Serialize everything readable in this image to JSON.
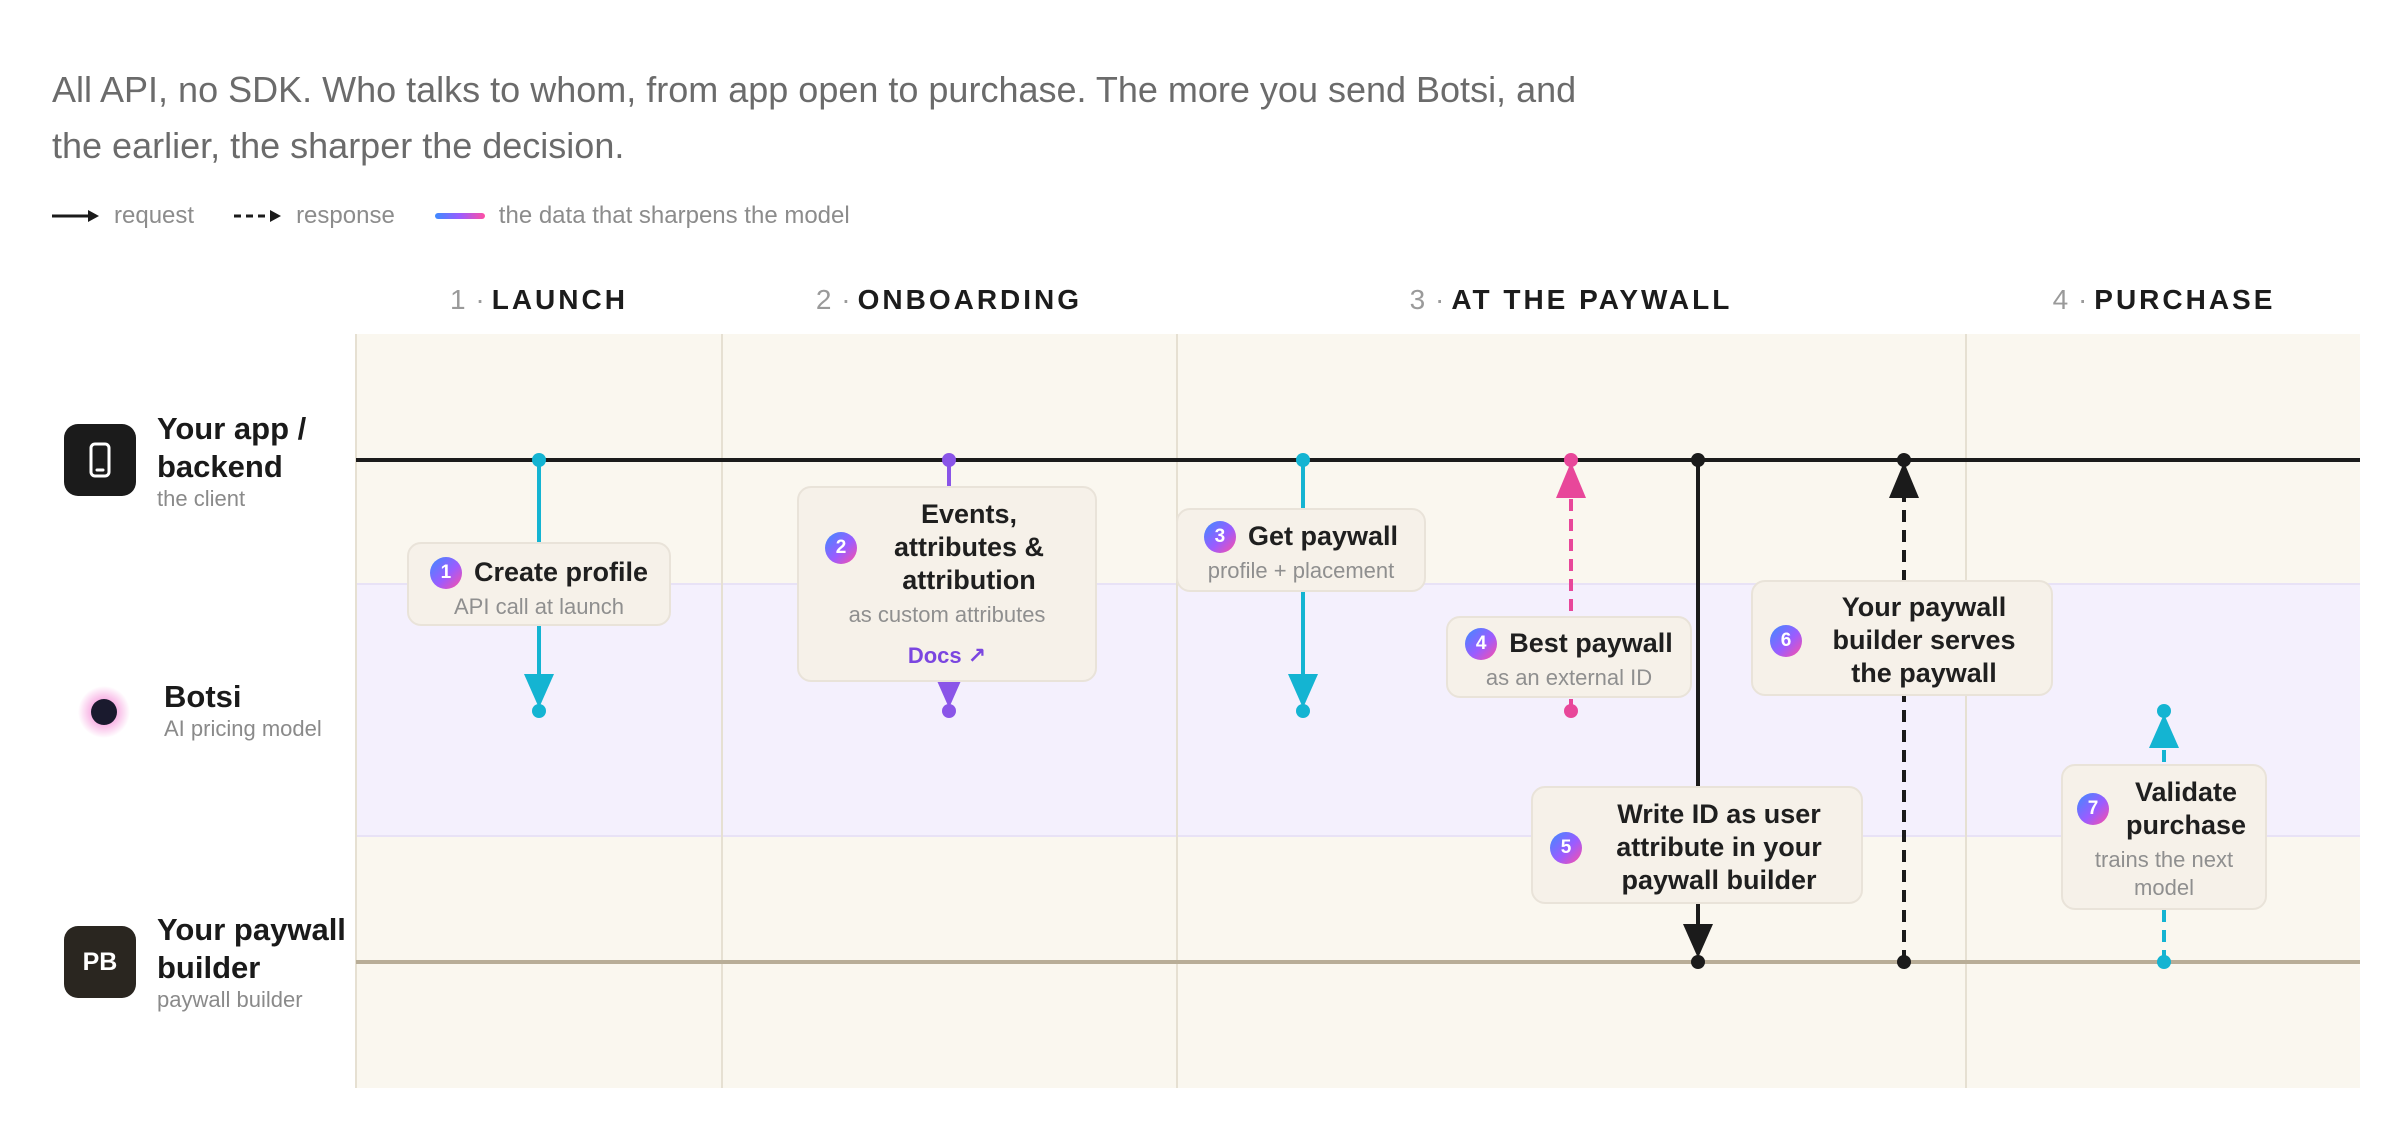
{
  "intro": {
    "line1": "All API, no SDK. Who talks to whom, from app open to purchase. The more you send Botsi, and",
    "line2": "the earlier, the sharper the decision."
  },
  "legend": {
    "request": "request",
    "response": "response",
    "data": "the data that sharpens the model"
  },
  "phases": [
    {
      "num": "1 ·",
      "label": "LAUNCH"
    },
    {
      "num": "2 ·",
      "label": "ONBOARDING"
    },
    {
      "num": "3 ·",
      "label": "AT THE PAYWALL"
    },
    {
      "num": "4 ·",
      "label": "PURCHASE"
    }
  ],
  "lanes": {
    "app": {
      "title_line1": "Your app /",
      "title_line2": "backend",
      "subtitle": "the client"
    },
    "botsi": {
      "title": "Botsi",
      "subtitle": "AI pricing model"
    },
    "builder": {
      "icon_text": "PB",
      "title_line1": "Your paywall",
      "title_line2": "builder",
      "subtitle": "paywall builder"
    }
  },
  "steps": [
    {
      "num": "1",
      "title_lines": [
        "Create profile"
      ],
      "subtitle": "API call at launch"
    },
    {
      "num": "2",
      "title_lines": [
        "Events,",
        "attributes &",
        "attribution"
      ],
      "subtitle": "as custom attributes",
      "link": "Docs ↗"
    },
    {
      "num": "3",
      "title_lines": [
        "Get paywall"
      ],
      "subtitle": "profile + placement"
    },
    {
      "num": "4",
      "title_lines": [
        "Best paywall"
      ],
      "subtitle": "as an external ID"
    },
    {
      "num": "5",
      "title_lines": [
        "Write ID as user",
        "attribute in your",
        "paywall builder"
      ]
    },
    {
      "num": "6",
      "title_lines": [
        "Your paywall",
        "builder serves",
        "the paywall"
      ]
    },
    {
      "num": "7",
      "title_lines": [
        "Validate",
        "purchase"
      ],
      "subtitle_lines": [
        "trains the next",
        "model"
      ]
    }
  ],
  "colors": {
    "cyan": "#14b4d2",
    "purple": "#8a55e8",
    "pink": "#e8479a",
    "black": "#1b1b1b",
    "band_cream": "#faf7ef",
    "band_lavender": "#f4f0fd"
  }
}
